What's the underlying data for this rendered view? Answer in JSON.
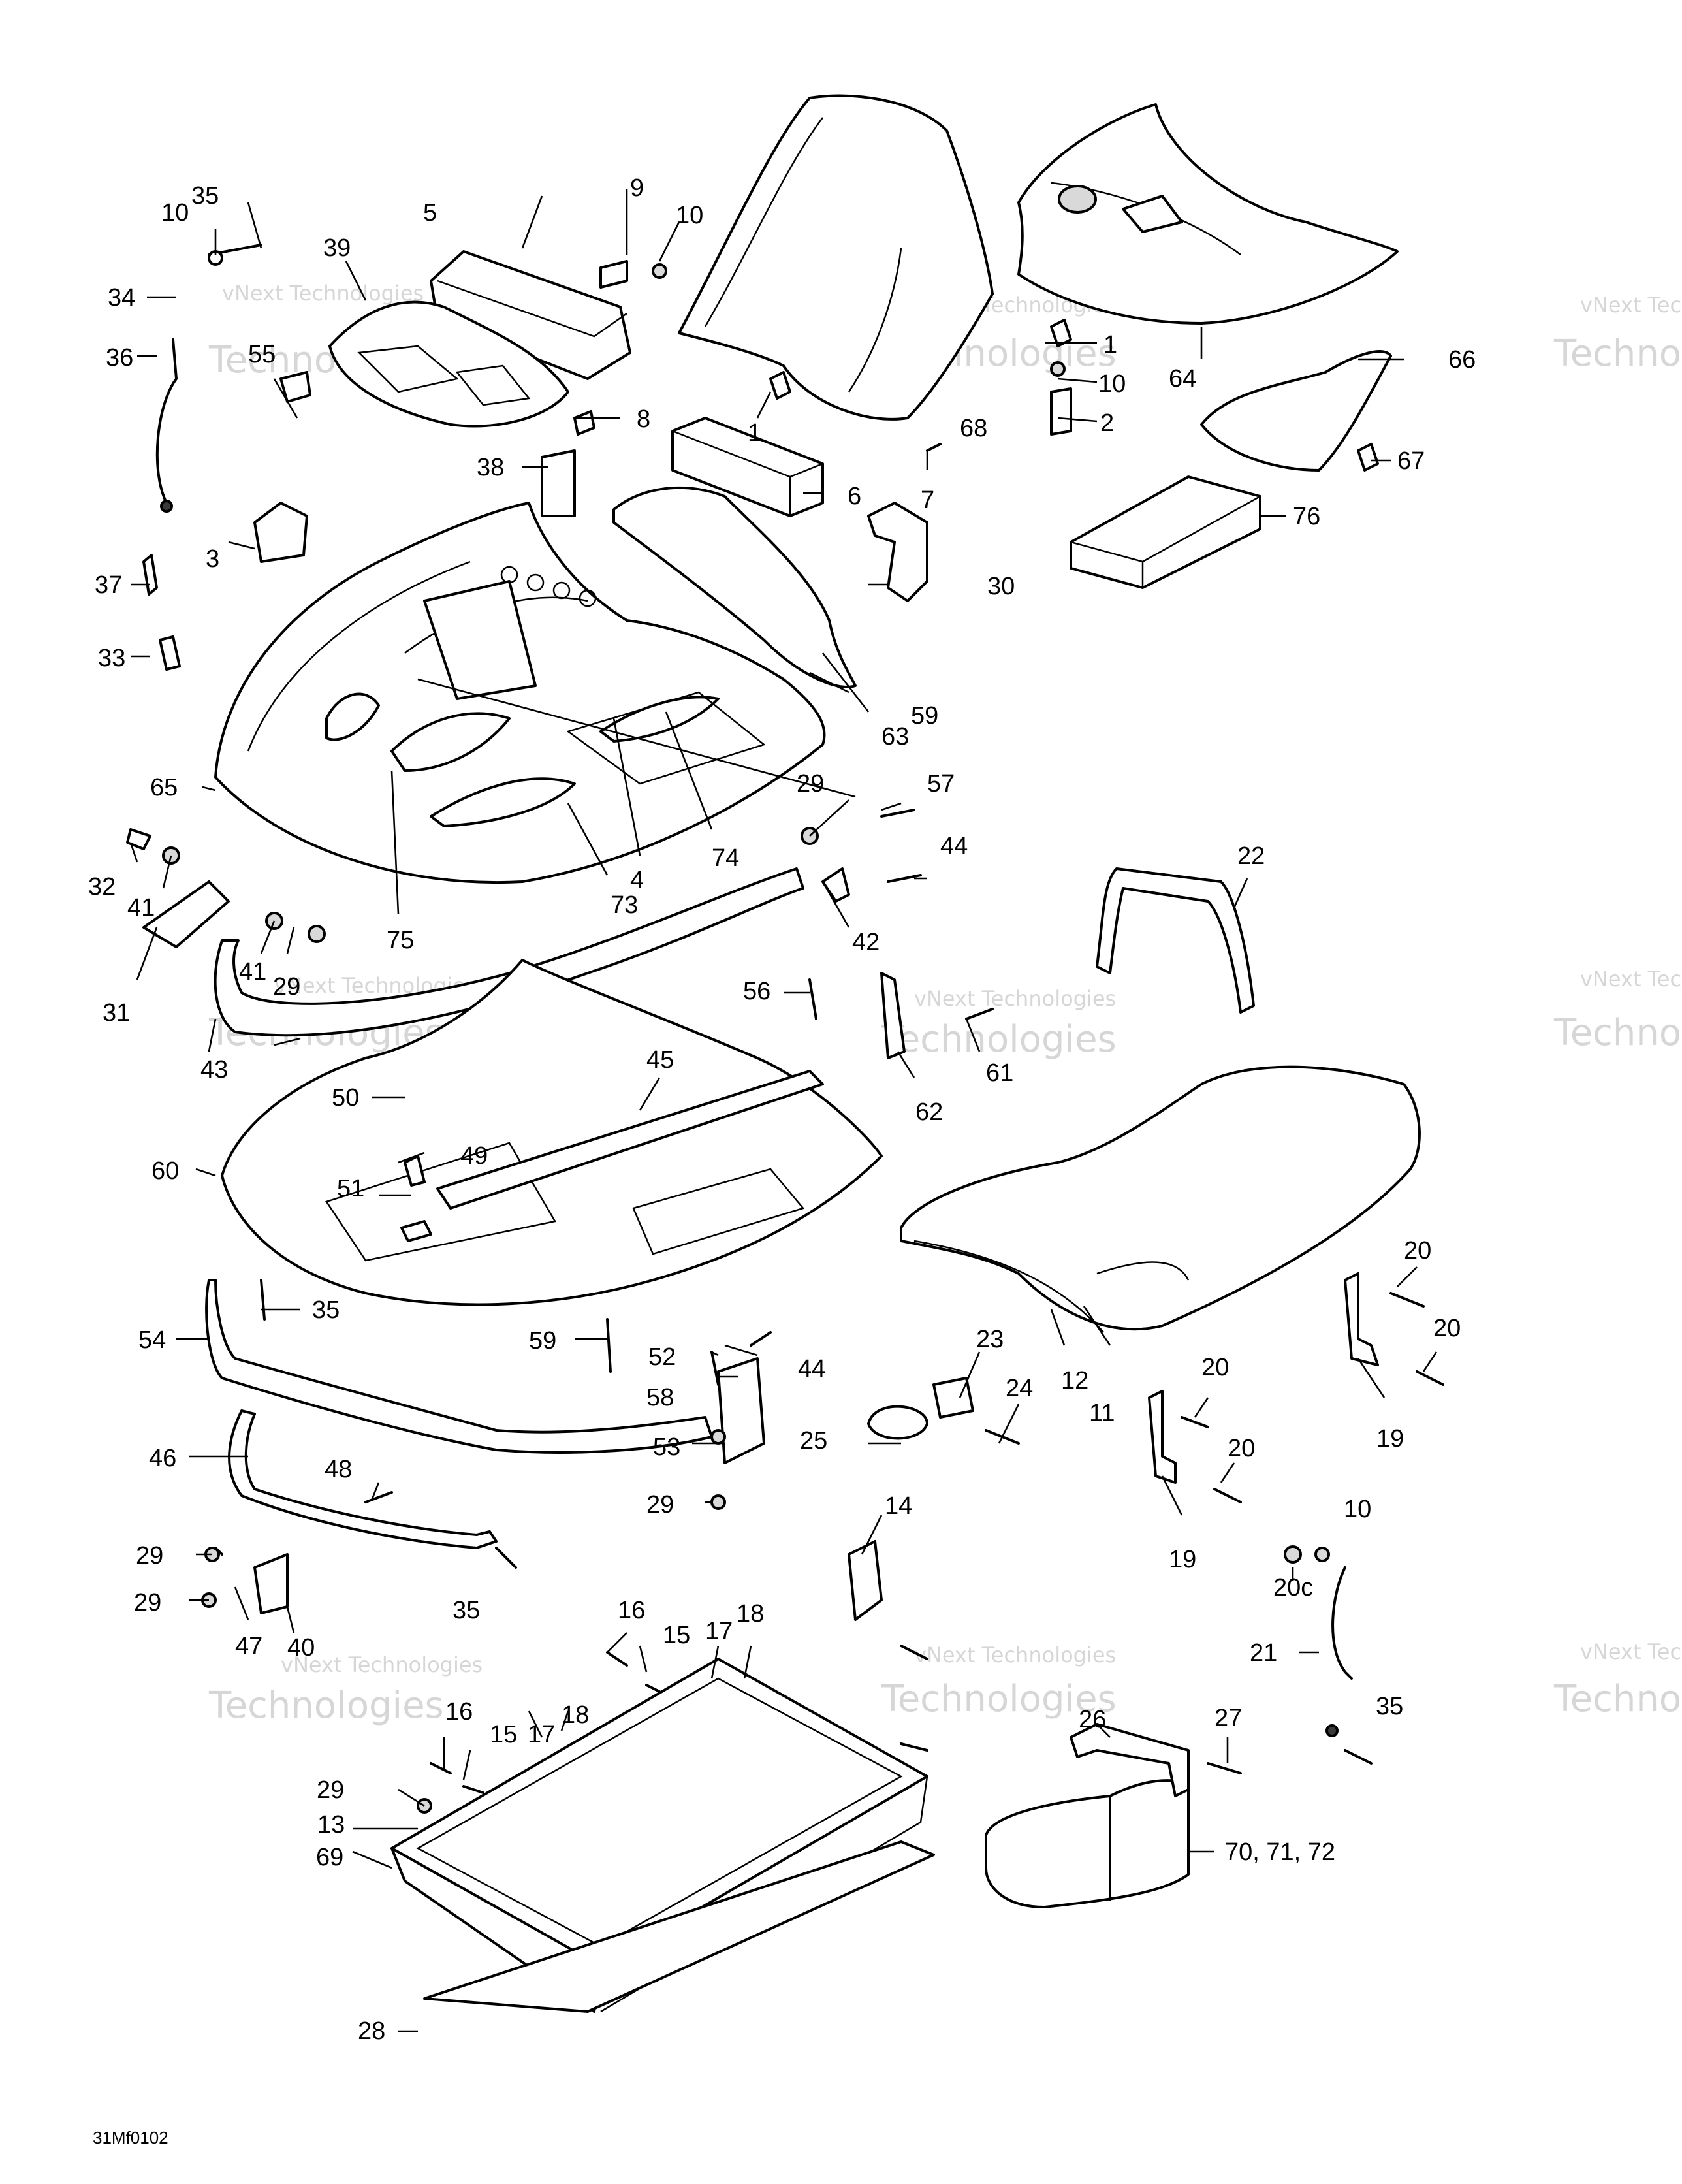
{
  "watermark": {
    "line1": "vNext Technologies",
    "line2": "Technologies",
    "line3": "vNext"
  },
  "figure_code": "31Mf0102",
  "callouts": {
    "c1a": "1",
    "c1b": "1",
    "c2": "2",
    "c3": "3",
    "c4": "4",
    "c5": "5",
    "c6": "6",
    "c7": "7",
    "c8": "8",
    "c9": "9",
    "c10a": "10",
    "c10b": "10",
    "c10c": "10",
    "c10d": "10",
    "c11": "11",
    "c12": "12",
    "c13": "13",
    "c14": "14",
    "c15a": "15",
    "c15b": "15",
    "c16a": "16",
    "c16b": "16",
    "c17a": "17",
    "c17b": "17",
    "c18a": "18",
    "c18b": "18",
    "c19a": "19",
    "c19b": "19",
    "c20a": "20",
    "c20b": "20",
    "c20c": "20",
    "c20d": "20",
    "c20e": "20c",
    "c21": "21",
    "c22": "22",
    "c23": "23",
    "c24": "24",
    "c25": "25",
    "c26": "26",
    "c27": "27",
    "c28": "28",
    "c29a": "29",
    "c29b": "29",
    "c29c": "29",
    "c29d": "29",
    "c29e": "29",
    "c29f": "29",
    "c30": "30",
    "c31": "31",
    "c32": "32",
    "c33": "33",
    "c34": "34",
    "c35a": "35",
    "c35b": "35",
    "c35c": "35",
    "c35d": "35",
    "c36": "36",
    "c37": "37",
    "c38": "38",
    "c39": "39",
    "c40": "40",
    "c41a": "41",
    "c41b": "41",
    "c42": "42",
    "c43": "43",
    "c44a": "44",
    "c44b": "44",
    "c45": "45",
    "c46": "46",
    "c47": "47",
    "c48": "48",
    "c49": "49",
    "c50": "50",
    "c51": "51",
    "c52": "52",
    "c53": "53",
    "c54": "54",
    "c55": "55",
    "c56": "56",
    "c57": "57",
    "c58": "58",
    "c59a": "59",
    "c59b": "59",
    "c60": "60",
    "c61": "61",
    "c62": "62",
    "c63": "63",
    "c64": "64",
    "c65": "65",
    "c66": "66",
    "c67": "67",
    "c68": "68",
    "c69": "69",
    "c70": "70, 71, 72",
    "c73": "73",
    "c74": "74",
    "c75": "75",
    "c76": "76"
  }
}
